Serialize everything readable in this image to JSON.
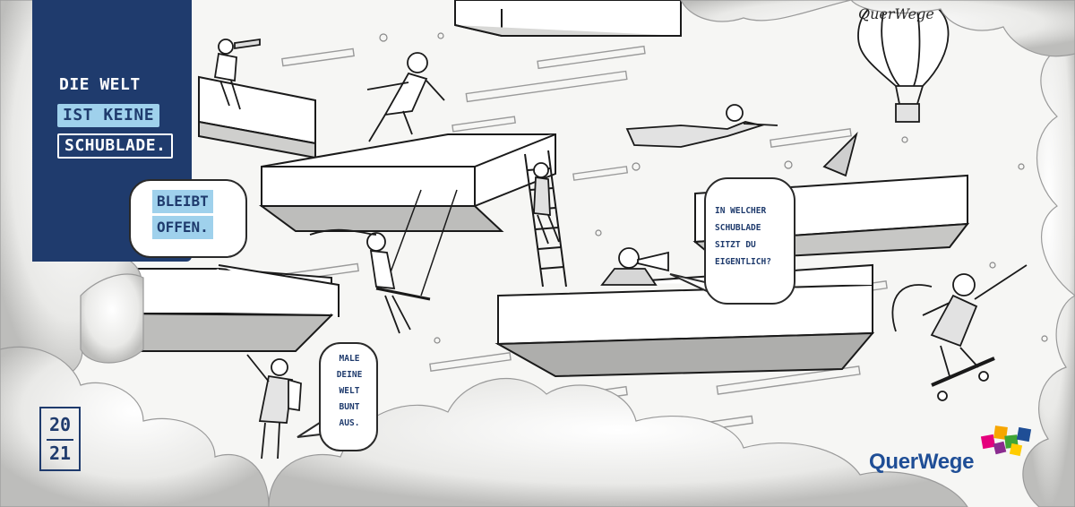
{
  "headline": {
    "line1": "DIE WELT",
    "line2": "IST KEINE",
    "line3": "SCHUBLADE."
  },
  "bubble_bleibt": {
    "line1": "BLEIBT",
    "line2": "OFFEN."
  },
  "bubble_question": {
    "lines": [
      "IN WELCHER",
      "SCHUBLADE",
      "SITZT DU",
      "EIGENTLICH?"
    ]
  },
  "bubble_paint": {
    "lines": [
      "MALE",
      "DEINE",
      "WELT",
      "BUNT",
      "AUS."
    ]
  },
  "year": {
    "top": "20",
    "bottom": "21"
  },
  "logo": {
    "name": "QuerWege",
    "balloon_name": "QuerWege"
  },
  "colors": {
    "navy": "#1f3b6d",
    "light_blue": "#9fd1ec",
    "logo_blue": "#1f4e96",
    "logo_squares": [
      "#e5007d",
      "#f7a600",
      "#3fa535",
      "#1f4e96",
      "#8a2b8f",
      "#ffcc00"
    ]
  }
}
